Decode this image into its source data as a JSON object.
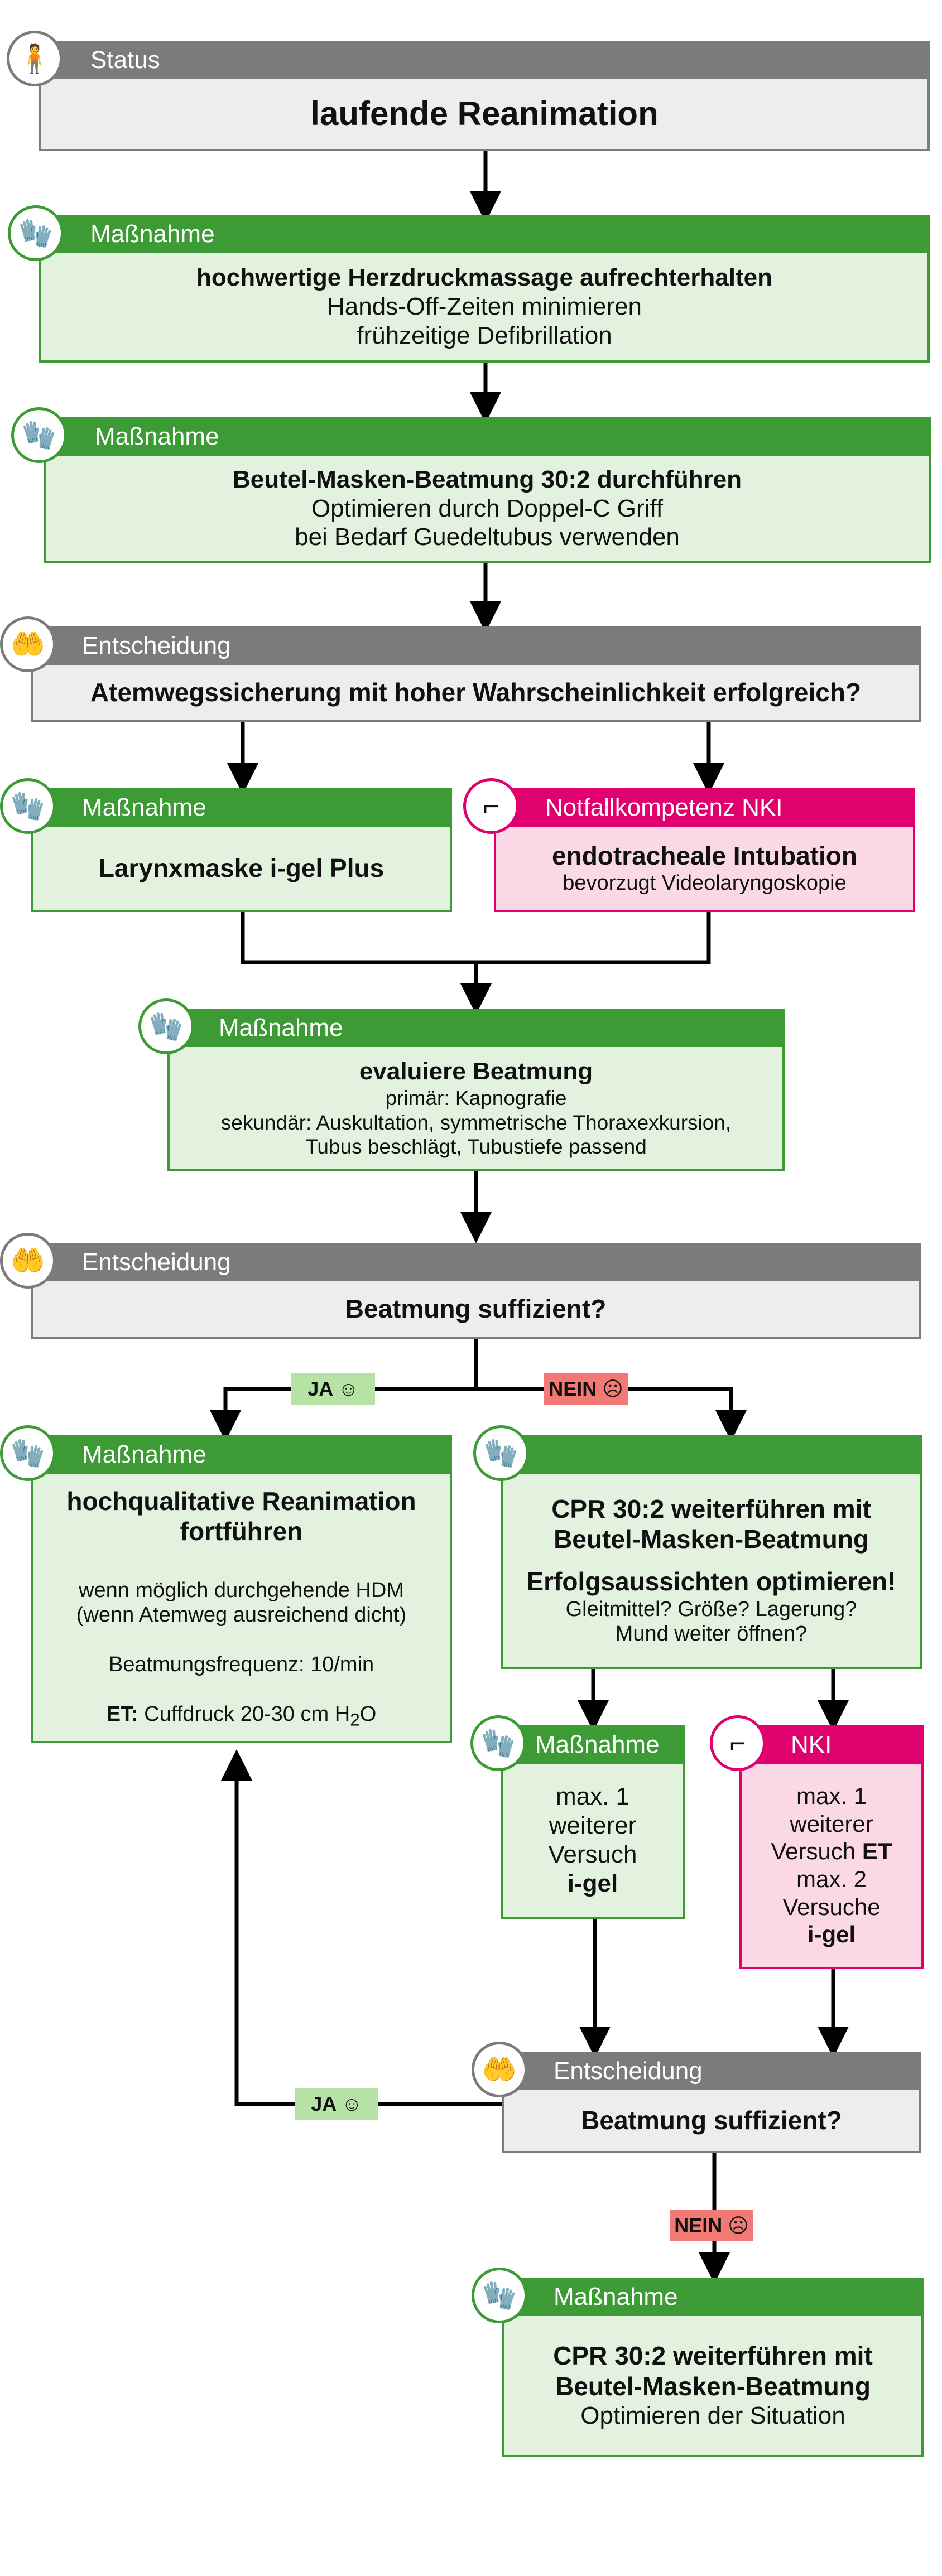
{
  "colors": {
    "gray": "#7b7b7b",
    "green": "#3d9b35",
    "pink": "#e0006e",
    "ja": "#b7e2a6",
    "nein": "#f37a74"
  },
  "icons": {
    "status": "person-icon",
    "massnahme": "gloved-hands-icon",
    "entscheidung": "decision-hand-icon",
    "nki": "laryngoscope-icon"
  },
  "status": {
    "header": "Status",
    "title": "laufende Reanimation"
  },
  "m1": {
    "header": "Maßnahme",
    "title": "hochwertige Herzdruckmassage aufrechterhalten",
    "line1": "Hands-Off-Zeiten minimieren",
    "line2": "frühzeitige Defibrillation"
  },
  "m2": {
    "header": "Maßnahme",
    "title": "Beutel-Masken-Beatmung 30:2 durchführen",
    "line1": "Optimieren durch Doppel-C Griff",
    "line2": "bei Bedarf Guedeltubus verwenden"
  },
  "e1": {
    "header": "Entscheidung",
    "question": "Atemwegssicherung mit hoher Wahrscheinlichkeit erfolgreich?"
  },
  "m3": {
    "header": "Maßnahme",
    "title": "Larynxmaske i-gel Plus"
  },
  "nki1": {
    "header": "Notfallkompetenz NKI",
    "title": "endotracheale Intubation",
    "line1": "bevorzugt Videolaryngoskopie"
  },
  "m4": {
    "header": "Maßnahme",
    "title": "evaluiere Beatmung",
    "line1": "primär: Kapnografie",
    "line2": "sekundär: Auskultation, symmetrische Thoraxexkursion,",
    "line3": "Tubus beschlägt, Tubustiefe passend"
  },
  "e2": {
    "header": "Entscheidung",
    "question": "Beatmung suffizient?"
  },
  "labels": {
    "ja": "JA ☺",
    "nein": "NEIN ☹"
  },
  "m5": {
    "header": "Maßnahme",
    "title1": "hochqualitative Reanimation",
    "title2": "fortführen",
    "line1": "wenn möglich durchgehende HDM",
    "line2": "(wenn Atemweg ausreichend dicht)",
    "line3": "Beatmungsfrequenz: 10/min",
    "et_label": "ET:",
    "et_text": "Cuffdruck 20-30 cm H",
    "et_sub": "2",
    "et_tail": "O"
  },
  "m6": {
    "title1": "CPR 30:2 weiterführen mit",
    "title2": "Beutel-Masken-Beatmung",
    "title3": "Erfolgsaussichten optimieren!",
    "line1": "Gleitmittel? Größe? Lagerung?",
    "line2": "Mund weiter öffnen?"
  },
  "m7": {
    "header": "Maßnahme",
    "l1": "max. 1",
    "l2": "weiterer",
    "l3": "Versuch",
    "l4": "i-gel"
  },
  "nki2": {
    "header": "NKI",
    "l1": "max. 1",
    "l2": "weiterer",
    "l3": "Versuch",
    "l3b": "ET",
    "l4": "max. 2",
    "l5": "Versuche",
    "l6": "i-gel"
  },
  "e3": {
    "header": "Entscheidung",
    "question": "Beatmung suffizient?"
  },
  "m8": {
    "header": "Maßnahme",
    "title1": "CPR 30:2 weiterführen mit",
    "title2": "Beutel-Masken-Beatmung",
    "line1": "Optimieren der Situation"
  }
}
